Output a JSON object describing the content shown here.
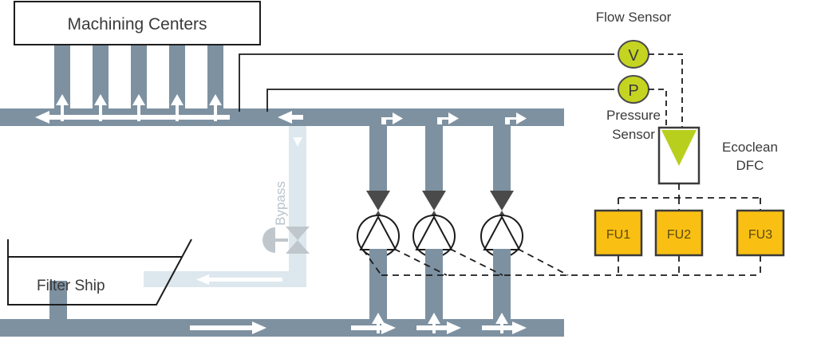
{
  "diagram": {
    "title_block": {
      "label": "Machining Centers"
    },
    "tank": {
      "label": "Filter Ship"
    },
    "bypass": {
      "label": "Bypass"
    },
    "sensors": [
      {
        "name": "flow-sensor",
        "label": "Flow Sensor",
        "symbol": "V"
      },
      {
        "name": "pressure-sensor",
        "label": "Pressure Sensor",
        "symbol": "P",
        "label_line1": "Pressure",
        "label_line2": "Sensor"
      }
    ],
    "unit": {
      "label_line1": "Ecoclean",
      "label_line2": "DFC",
      "label": "Ecoclean DFC"
    },
    "filter_units": [
      {
        "label": "FU1"
      },
      {
        "label": "FU2"
      },
      {
        "label": "FU3"
      }
    ],
    "pumps": [
      {
        "name": "pump-1"
      },
      {
        "name": "pump-2"
      },
      {
        "name": "pump-3"
      }
    ],
    "colors": {
      "pipe_gray": "#7d91a1",
      "pipe_light": "#dde7ee",
      "accent_green": "#b9cf1e",
      "accent_amber": "#f9c013",
      "outline_dark": "#3b3b3b",
      "valve_dark": "#4a4a4a",
      "valve_light": "#bfc7cc",
      "text": "#3a3a3a"
    }
  }
}
